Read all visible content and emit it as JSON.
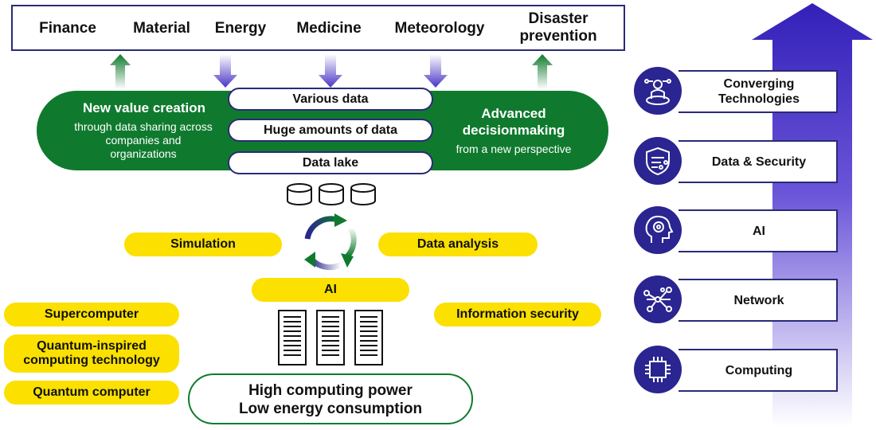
{
  "domains": [
    "Finance",
    "Material",
    "Energy",
    "Medicine",
    "Meteorology",
    "Disaster prevention"
  ],
  "green_band": {
    "left_title": "New value creation",
    "left_sub": "through data sharing across companies and organizations",
    "right_title": "Advanced decisionmaking",
    "right_sub": "from a new perspective"
  },
  "data_pills": [
    "Various data",
    "Huge amounts of data",
    "Data lake"
  ],
  "cycle": {
    "left_label": "Simulation",
    "right_label": "Data analysis",
    "bottom_label": "AI"
  },
  "security_label": "Information security",
  "computing_options": [
    "Supercomputer",
    "Quantum-inspired computing technology",
    "Quantum computer"
  ],
  "compute_box": {
    "line1": "High computing power",
    "line2": "Low energy consumption"
  },
  "technologies": [
    {
      "label": "Converging Technologies",
      "icon": "person-hub-icon"
    },
    {
      "label": "Data & Security",
      "icon": "shield-circuit-icon"
    },
    {
      "label": "AI",
      "icon": "brain-head-icon"
    },
    {
      "label": "Network",
      "icon": "network-nodes-icon"
    },
    {
      "label": "Computing",
      "icon": "chip-icon"
    }
  ],
  "colors": {
    "navy": "#2a2590",
    "green": "#0f7a2e",
    "yellow": "#fbe000"
  }
}
